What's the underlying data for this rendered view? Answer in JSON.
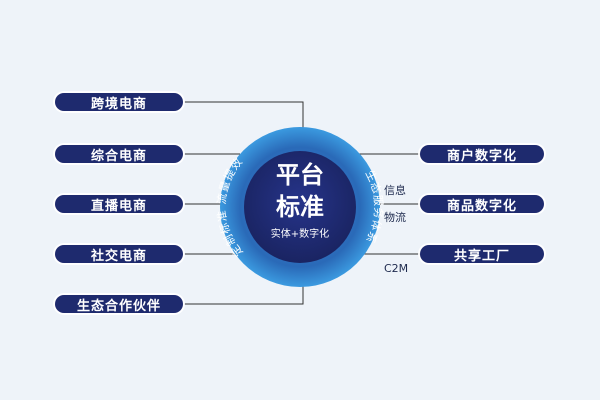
{
  "colors": {
    "background": "#eef3f9",
    "pill_fill": "#1e2a6e",
    "ring_outer": "#2a74c4",
    "core": "#1e2a6e",
    "connector": "#333333"
  },
  "center": {
    "title_line1": "平台",
    "title_line2": "标准",
    "subtitle": "实体+数字化",
    "left_arc_text": "定制标准 流量提效",
    "right_arc_text": "生态服务体系"
  },
  "left_items": [
    {
      "label": "跨境电商"
    },
    {
      "label": "综合电商"
    },
    {
      "label": "直播电商"
    },
    {
      "label": "社交电商"
    },
    {
      "label": "生态合作伙伴"
    }
  ],
  "right_items": [
    {
      "label": "商户数字化"
    },
    {
      "label": "商品数字化"
    },
    {
      "label": "共享工厂"
    }
  ],
  "right_annotations": {
    "info": "信息",
    "logistics": "物流",
    "c2m": "C2M"
  }
}
